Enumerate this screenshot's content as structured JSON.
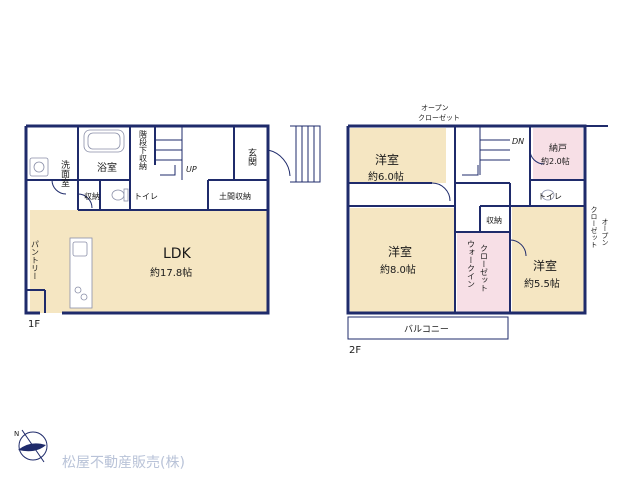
{
  "colors": {
    "wall": "#1f2b6b",
    "ldk_floor": "#f5e6c2",
    "room_floor": "#f5e6c2",
    "closet_floor": "#f7dfe6",
    "wet_floor": "#ffffff",
    "company_text": "#b9c3d8"
  },
  "floors": {
    "first": {
      "label": "1F",
      "rooms": {
        "washroom": "洗面室",
        "bath": "浴室",
        "storage_stair": "階段下収納",
        "up": "UP",
        "entrance": "玄関",
        "storage": "収納",
        "toilet": "トイレ",
        "doma_storage": "土間収納",
        "ldk": "LDK",
        "ldk_size": "約17.8帖",
        "pantry": "パントリー"
      }
    },
    "second": {
      "label": "2F",
      "rooms": {
        "open_closet_top": "オープンクローゼット",
        "dn": "DN",
        "nando": "納戸",
        "nando_size": "約2.0帖",
        "western1": "洋室",
        "western1_size": "約6.0帖",
        "toilet": "トイレ",
        "open_closet_side": "オープンクローゼット",
        "storage": "収納",
        "western2": "洋室",
        "western2_size": "約8.0帖",
        "walkin": "ウォークインクローゼット",
        "western3": "洋室",
        "western3_size": "約5.5帖",
        "balcony": "バルコニー"
      }
    }
  },
  "company": "松屋不動産販売(株)",
  "icons": [
    "compass-icon"
  ]
}
